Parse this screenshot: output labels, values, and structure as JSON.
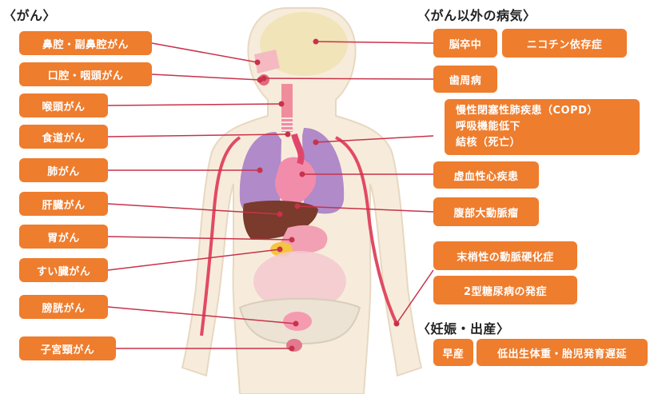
{
  "headings": {
    "cancer": "〈がん〉",
    "non_cancer": "〈がん以外の病気〉",
    "pregnancy": "〈妊娠・出産〉"
  },
  "cancer_labels": [
    "鼻腔・副鼻腔がん",
    "口腔・咽頭がん",
    "喉頭がん",
    "食道がん",
    "肺がん",
    "肝臓がん",
    "胃がん",
    "すい臓がん",
    "膀胱がん",
    "子宮頸がん"
  ],
  "disease_labels": {
    "stroke": "脳卒中",
    "nicotine": "ニコチン依存症",
    "periodontal": "歯周病",
    "respiratory": [
      "慢性閉塞性肺疾患（COPD）",
      "呼吸機能低下",
      "結核（死亡）"
    ],
    "ischemic": "虚血性心疾患",
    "aneurysm": "腹部大動脈瘤",
    "peripheral": "末梢性の動脈硬化症",
    "diabetes": "2型糖尿病の発症"
  },
  "pregnancy_labels": {
    "preterm": "早産",
    "low_birth": "低出生体重・胎児発育遅延"
  },
  "colors": {
    "label_bg": "#ee7d2e",
    "line": "#c8324a",
    "body_skin": "#f7ecdb",
    "lung": "#b08ac9",
    "liver": "#7a3a2c",
    "heart": "#f28cab",
    "brain": "#f1e4b8"
  }
}
